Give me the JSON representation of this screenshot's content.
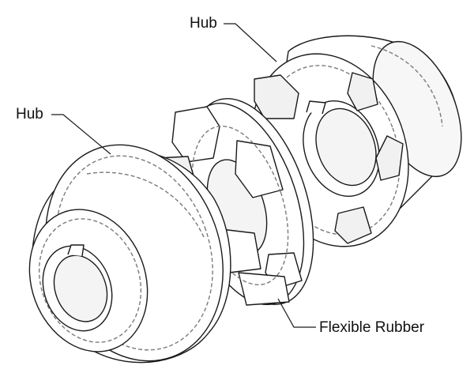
{
  "labels": {
    "hub_top": "Hub",
    "hub_left": "Hub",
    "rubber": "Flexible Rubber"
  },
  "colors": {
    "line": "#1a1a1a",
    "hidden_line": "#7a7a7a",
    "fill": "#ffffff",
    "shade": "#f1f1f1"
  }
}
